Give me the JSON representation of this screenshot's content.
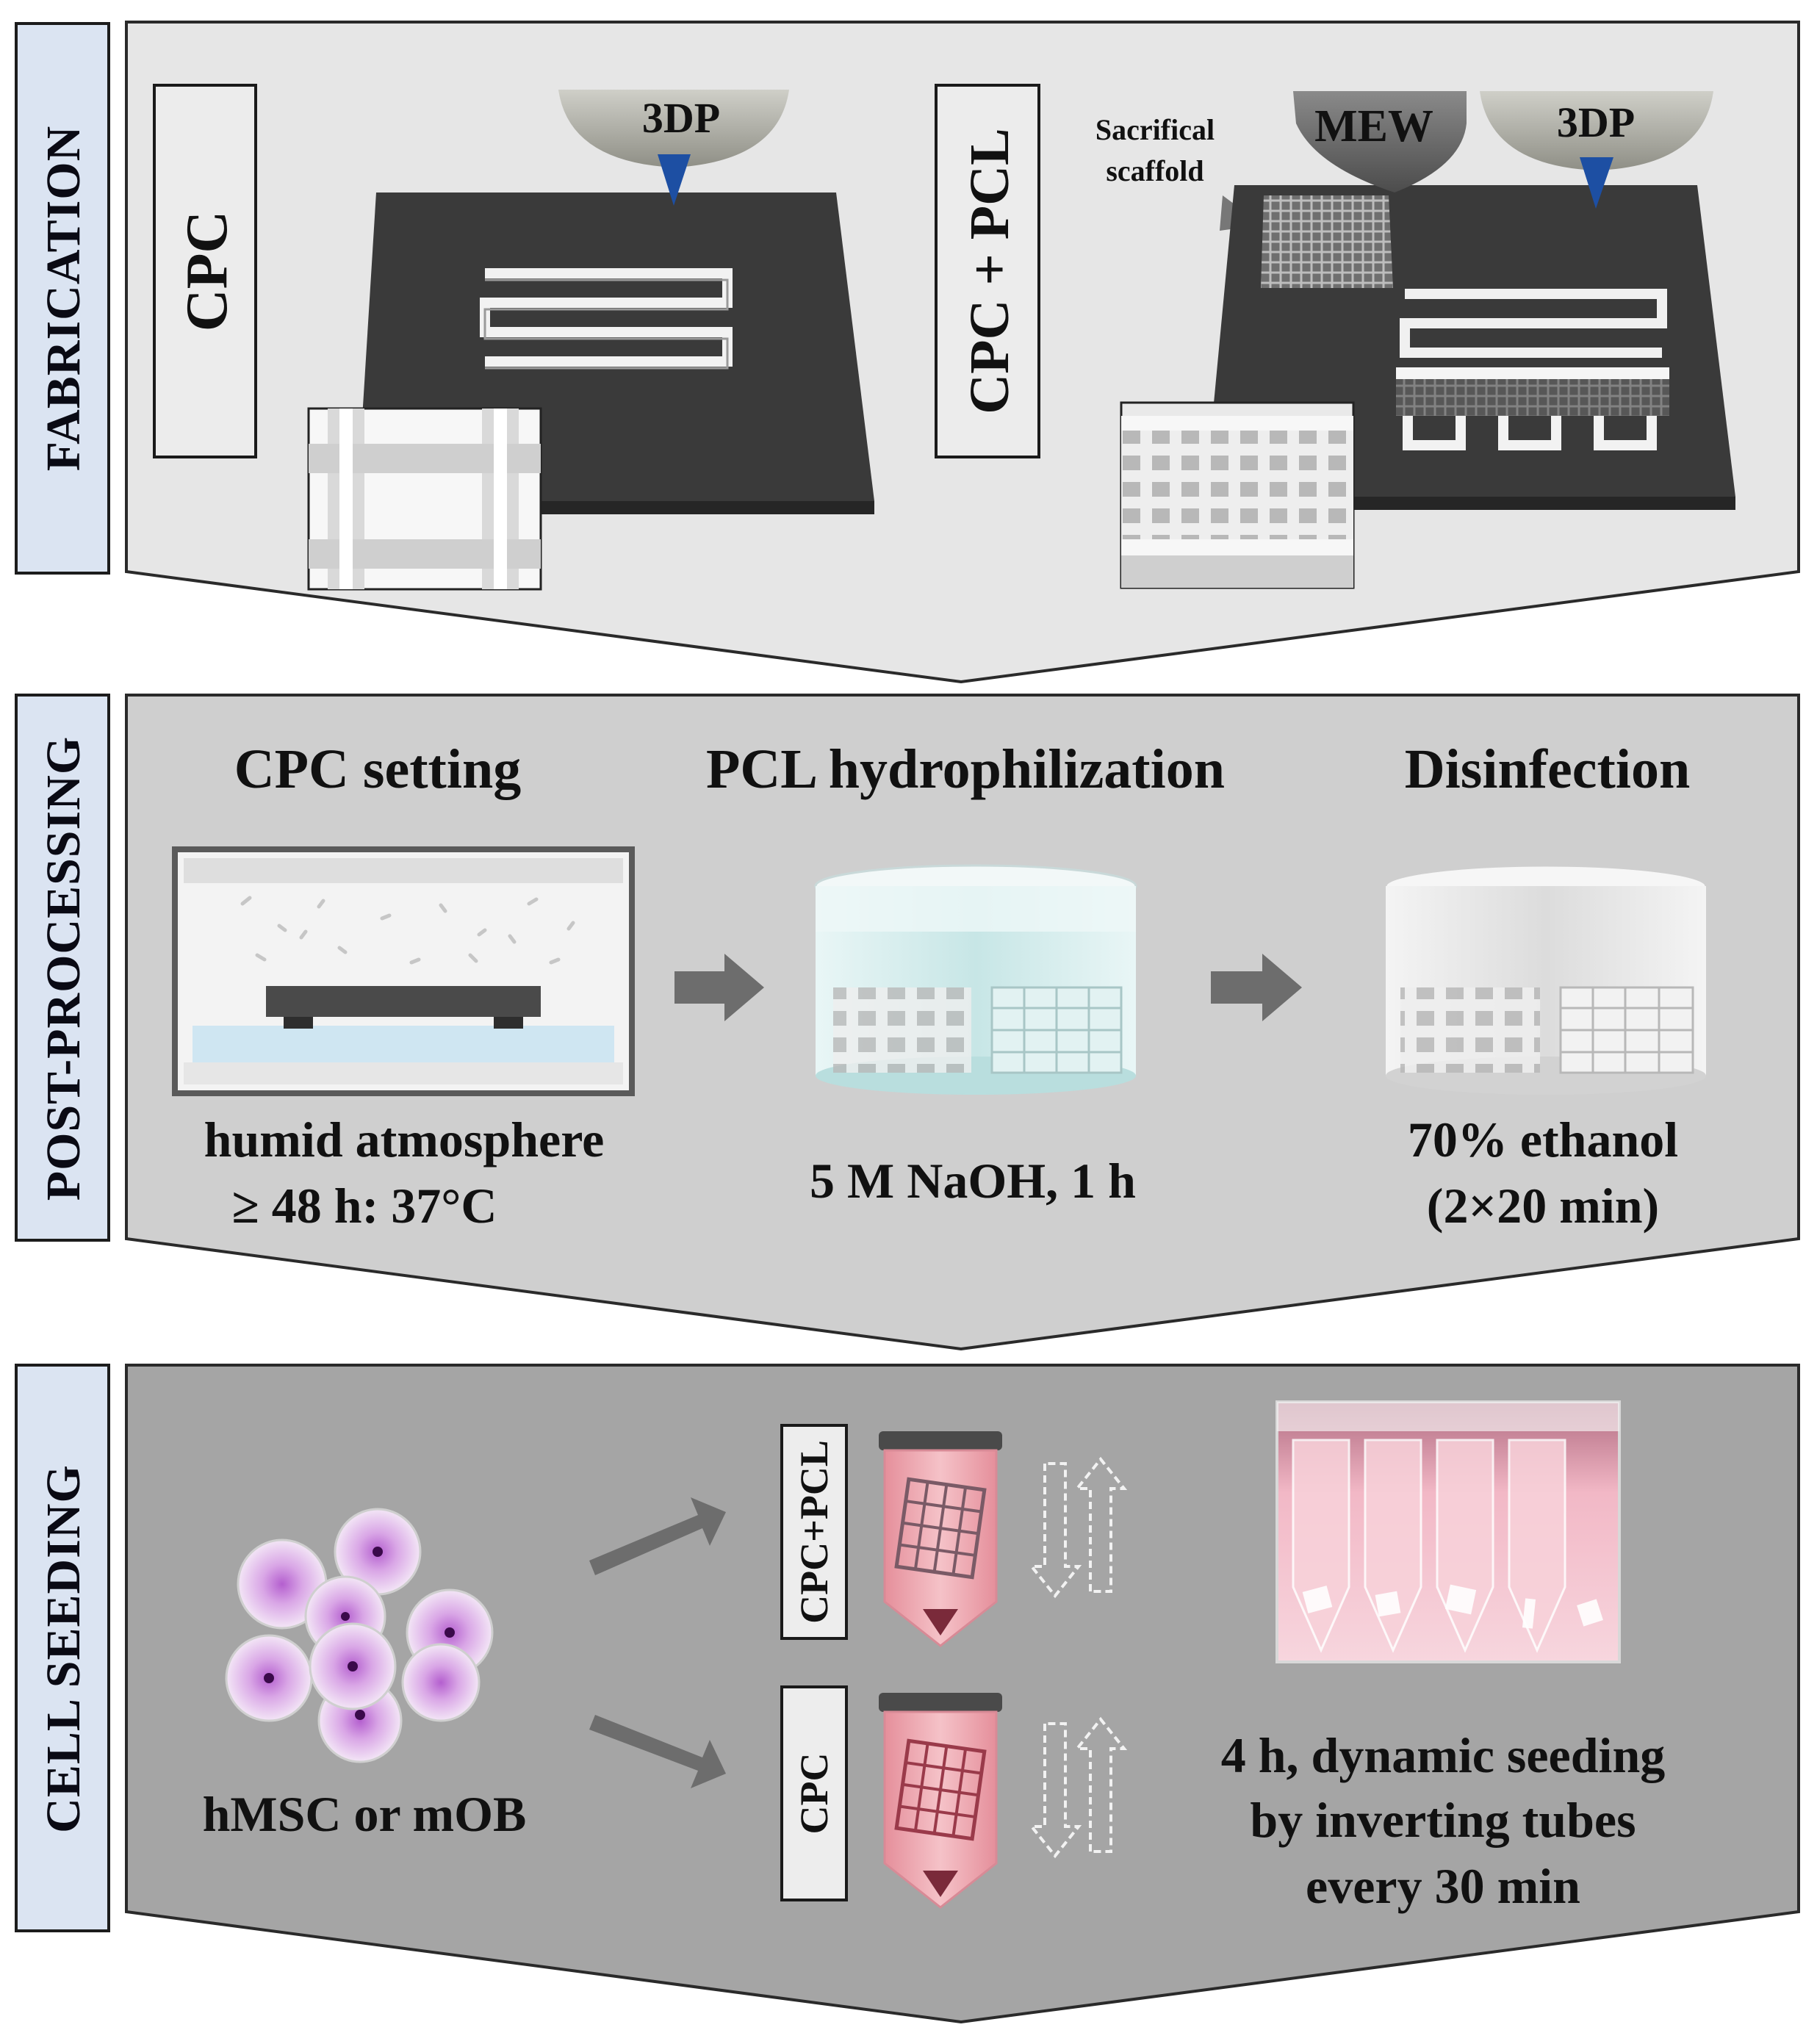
{
  "stages": {
    "fabrication": {
      "side_label": "FABRICATION",
      "cpc_box_label": "CPC",
      "cpc_pcl_box_label": "CPC + PCL",
      "nozzle_3dp_left": "3DP",
      "nozzle_mew": "MEW",
      "nozzle_3dp_right": "3DP",
      "sacrificial_line1": "Sacrifical",
      "sacrificial_line2": "scaffold"
    },
    "post_processing": {
      "side_label": "POST-PROCESSING",
      "step1_title": "CPC setting",
      "step1_line1": "humid atmosphere",
      "step1_line2": "≥ 48 h: 37°C",
      "step2_title": "PCL hydrophilization",
      "step2_line1": "5 M NaOH, 1 h",
      "step3_title": "Disinfection",
      "step3_line1": "70% ethanol",
      "step3_line2": "(2×20 min)"
    },
    "cell_seeding": {
      "side_label": "CELL SEEDING",
      "cells_label": "hMSC or mOB",
      "tube_top_label": "CPC+PCL",
      "tube_bottom_label": "CPC",
      "desc_line1": "4 h, dynamic seeding",
      "desc_line2": "by inverting tubes",
      "desc_line3": "every 30 min"
    }
  },
  "colors": {
    "side_tab": "#dbe4f2",
    "panel1": "#e6e6e6",
    "panel2": "#cfcfcf",
    "panel3": "#a5a5a5",
    "nozzle_tip": "#1d4fa3",
    "platform": "#3a3a3a",
    "naoh_liquid": "#bfe4e4",
    "medium_pink": "#f0b0b8",
    "cell_purple": "#c98ad8"
  }
}
